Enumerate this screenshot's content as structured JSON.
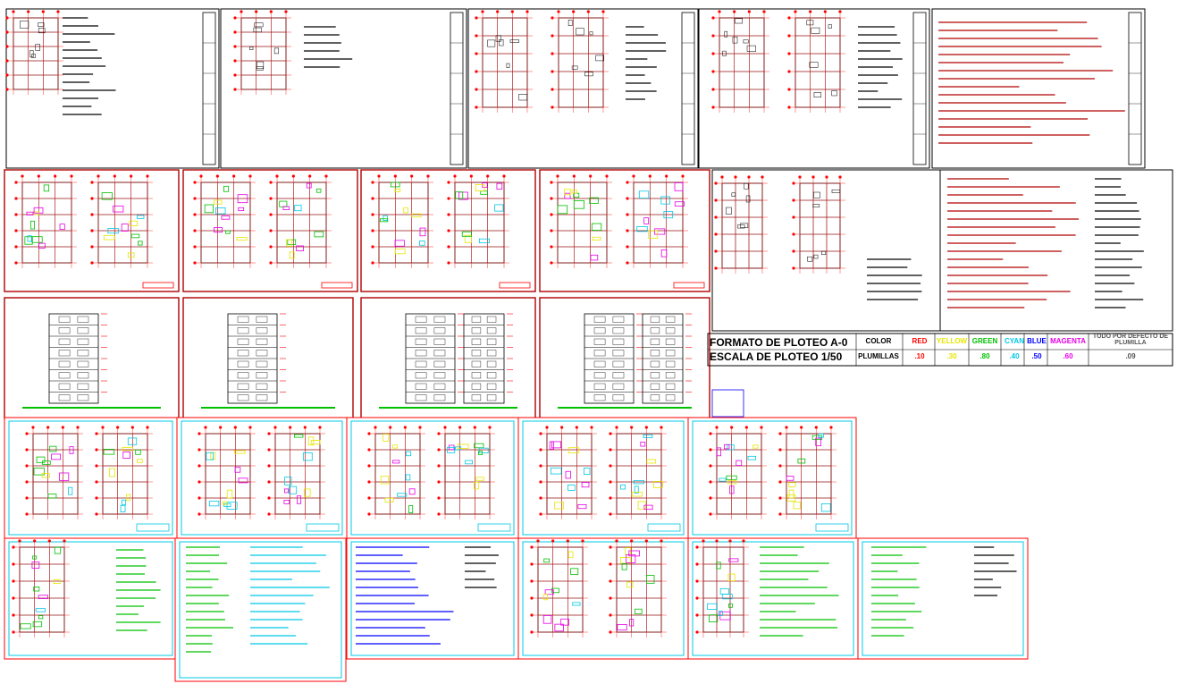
{
  "legend": {
    "line1": "FORMATO DE PLOTEO A-0",
    "line2": "ESCALA DE PLOTEO 1/50",
    "color_header": "COLOR",
    "plumillas_label": "PLUMILLAS",
    "colors": [
      {
        "name": "RED",
        "hex": "#ff0000",
        "value": ".10"
      },
      {
        "name": "YELLOW",
        "hex": "#e6e600",
        "value": ".30"
      },
      {
        "name": "GREEN",
        "hex": "#00c000",
        "value": ".80"
      },
      {
        "name": "CYAN",
        "hex": "#00c8e6",
        "value": ".40"
      },
      {
        "name": "BLUE",
        "hex": "#0000ff",
        "value": ".50"
      },
      {
        "name": "MAGENTA",
        "hex": "#e600e6",
        "value": ".60"
      }
    ],
    "default_header": "TODO POR DEFECTO DE PLUMILLA",
    "default_value": ".09"
  },
  "palette": {
    "red": "#ff0000",
    "darkred": "#b00000",
    "cyan": "#00c8e6",
    "green": "#00c000",
    "magenta": "#e600e6",
    "blue": "#0000ff",
    "yellow": "#e6e600",
    "black": "#000000"
  }
}
